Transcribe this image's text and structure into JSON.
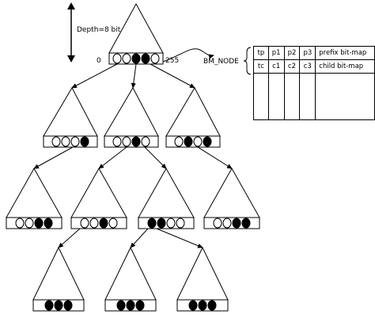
{
  "depth_label": "Depth=8 bit",
  "range_start": "0",
  "range_end": "255",
  "node_label": "BM_NODE",
  "node_table": {
    "row1": [
      "tp",
      "p1",
      "p2",
      "p3",
      "prefix bit-map"
    ],
    "row2": [
      "tc",
      "c1",
      "c2",
      "c3",
      "child bit-map"
    ]
  },
  "tree": {
    "root": [
      "empty",
      "empty",
      "filled",
      "filled",
      "empty"
    ],
    "level1": [
      [
        "empty",
        "empty",
        "empty",
        "filled"
      ],
      [
        "empty",
        "empty",
        "filled",
        "empty"
      ],
      [
        "empty",
        "filled",
        "empty",
        "filled"
      ]
    ],
    "level2": [
      [
        "empty",
        "empty",
        "filled",
        "filled"
      ],
      [
        "empty",
        "empty",
        "filled",
        "empty"
      ],
      [
        "filled",
        "filled",
        "empty",
        "empty"
      ],
      [
        "empty",
        "empty",
        "filled",
        "filled"
      ]
    ],
    "level3": [
      [
        "filled",
        "filled",
        "filled"
      ],
      [
        "filled",
        "filled",
        "filled"
      ],
      [
        "filled",
        "filled",
        "filled"
      ]
    ]
  }
}
